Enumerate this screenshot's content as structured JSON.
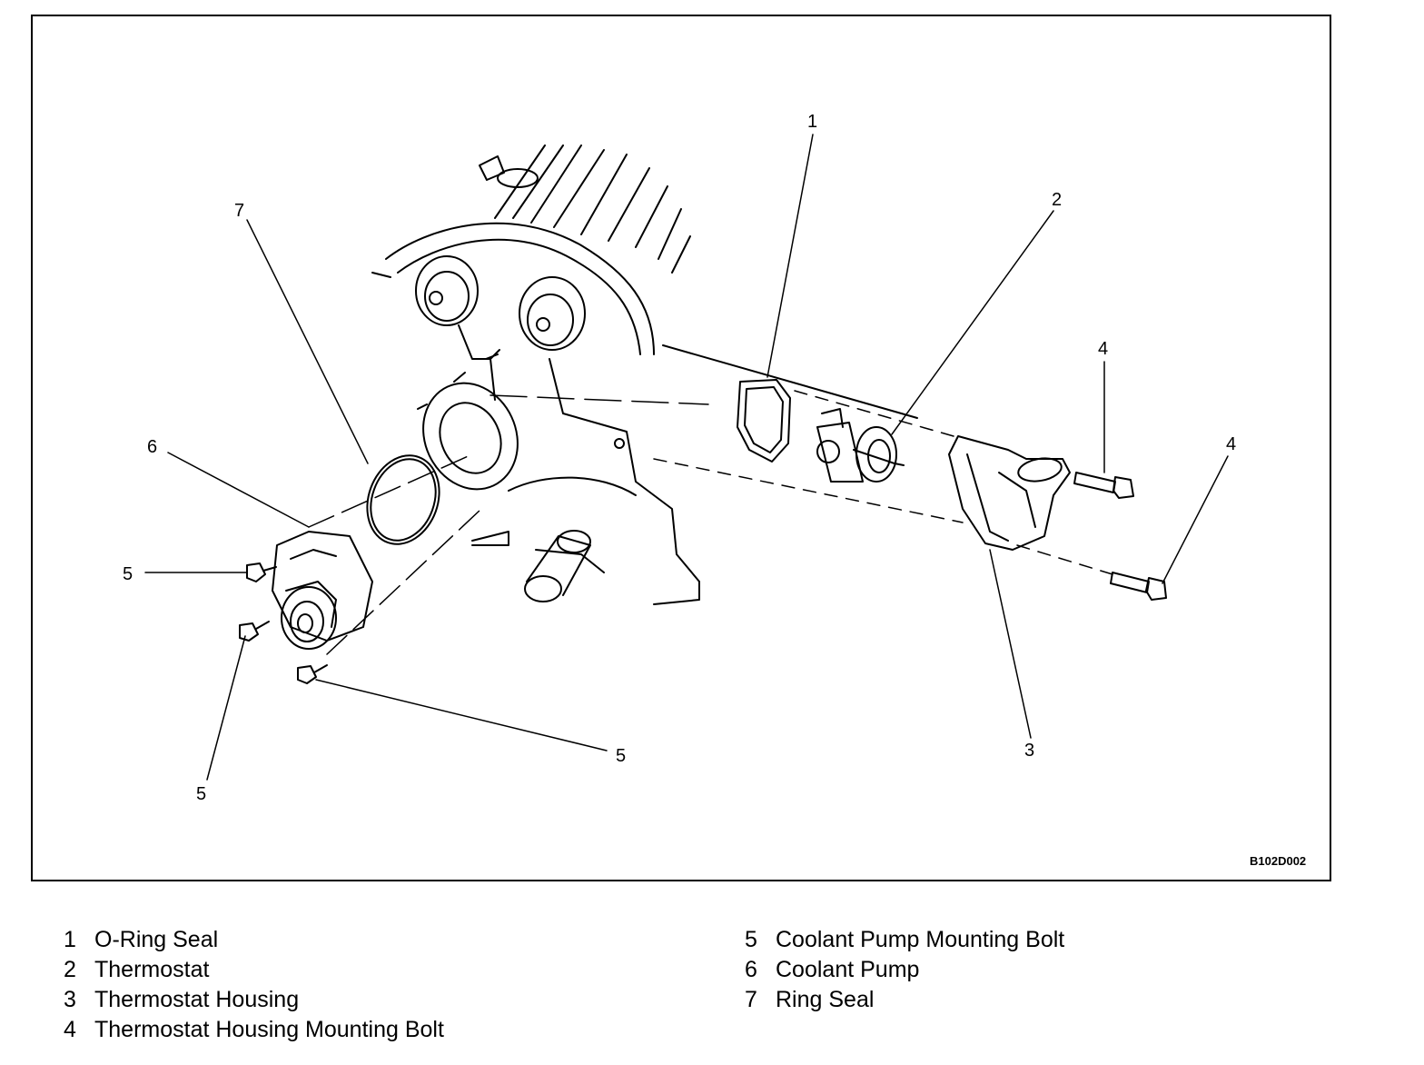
{
  "figure": {
    "code": "B102D002"
  },
  "callouts": {
    "c1": "1",
    "c2": "2",
    "c3": "3",
    "c4a": "4",
    "c4b": "4",
    "c5a": "5",
    "c5b": "5",
    "c5c": "5",
    "c6": "6",
    "c7": "7"
  },
  "legend": {
    "items": [
      {
        "num": "1",
        "label": "O-Ring Seal"
      },
      {
        "num": "2",
        "label": "Thermostat"
      },
      {
        "num": "3",
        "label": "Thermostat Housing"
      },
      {
        "num": "4",
        "label": "Thermostat Housing Mounting Bolt"
      },
      {
        "num": "5",
        "label": "Coolant Pump Mounting Bolt"
      },
      {
        "num": "6",
        "label": "Coolant Pump"
      },
      {
        "num": "7",
        "label": "Ring Seal"
      }
    ]
  }
}
